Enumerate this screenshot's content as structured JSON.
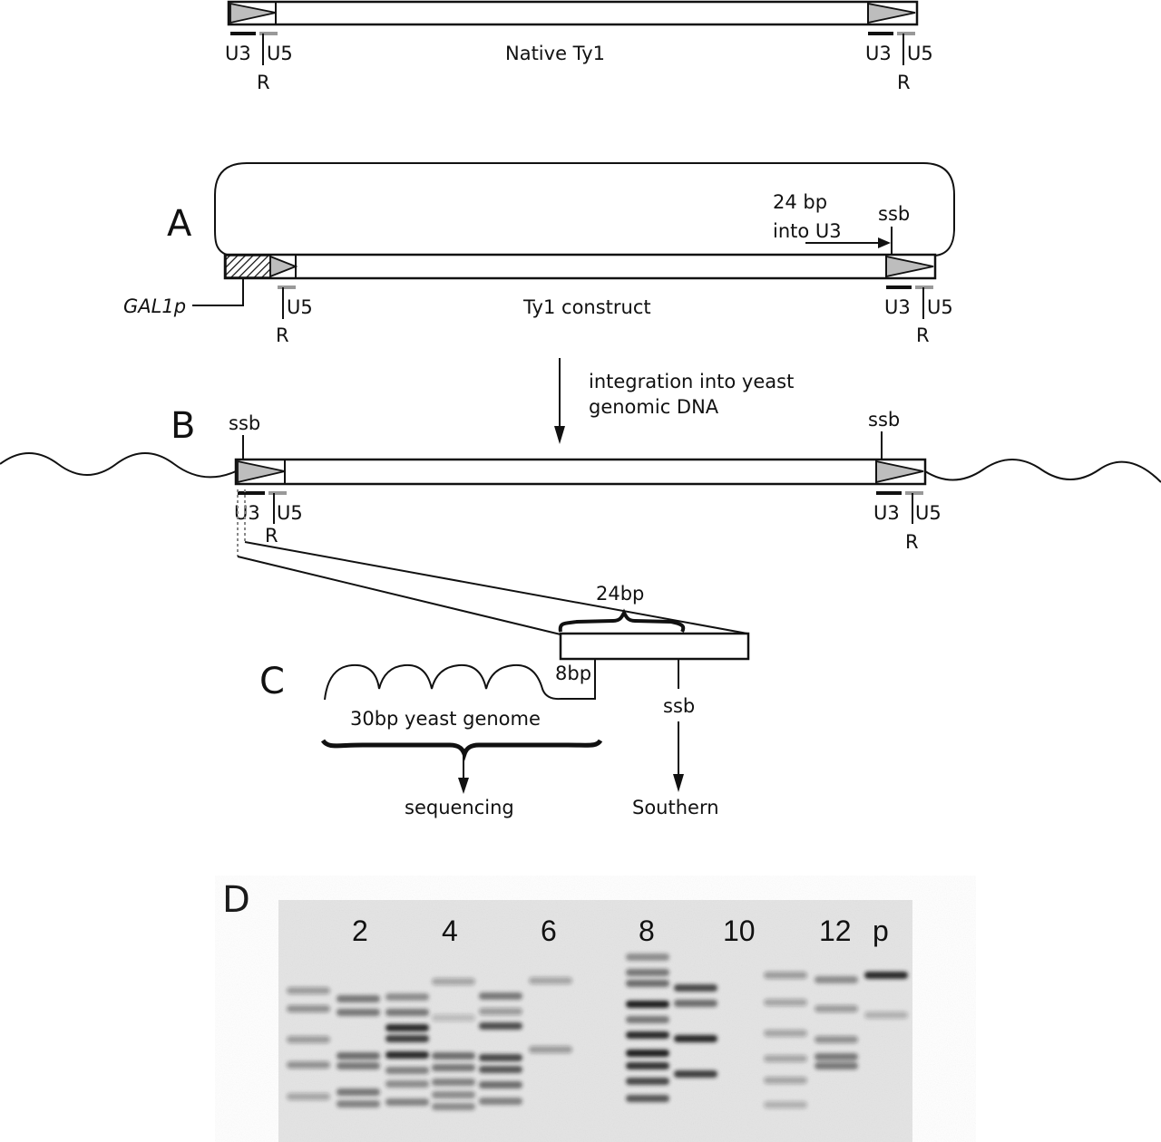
{
  "native": {
    "title": "Native Ty1",
    "u3": "U3",
    "u5": "U5",
    "r": "R"
  },
  "panelA": {
    "letter": "A",
    "title": "Ty1 construct",
    "gal1p": "GAL1p",
    "u3": "U3",
    "u5": "U5",
    "r": "R",
    "ssb": "ssb",
    "into_u3_line1": "24 bp",
    "into_u3_line2": "into U3"
  },
  "integration": {
    "line1": "integration into yeast",
    "line2": "genomic DNA"
  },
  "panelB": {
    "letter": "B",
    "ssb": "ssb",
    "u3": "U3",
    "u5": "U5",
    "r": "R"
  },
  "panelC": {
    "letter": "C",
    "bp24": "24bp",
    "bp8": "8bp",
    "genome": "30bp yeast genome",
    "ssb": "ssb",
    "sequencing": "sequencing",
    "southern": "Southern"
  },
  "panelD": {
    "letter": "D",
    "lane_labels": [
      "2",
      "4",
      "6",
      "8",
      "10",
      "12",
      "p"
    ],
    "colors": {
      "background": "#e4e4e4",
      "band": "#1e1e1e"
    }
  }
}
